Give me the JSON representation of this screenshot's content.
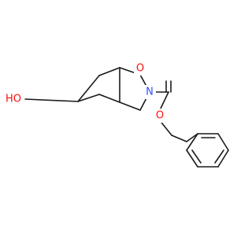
{
  "colors": {
    "background": "#ffffff",
    "bond": "#1a1a1a",
    "carbon": "#1a1a1a",
    "oxygen": "#ff0d0d",
    "nitrogen": "#3050f8"
  },
  "atoms": {
    "hydroxyl": "HO",
    "ring_nitrogen": "N",
    "carbonyl_oxygen": "O",
    "ester_oxygen": "O"
  }
}
